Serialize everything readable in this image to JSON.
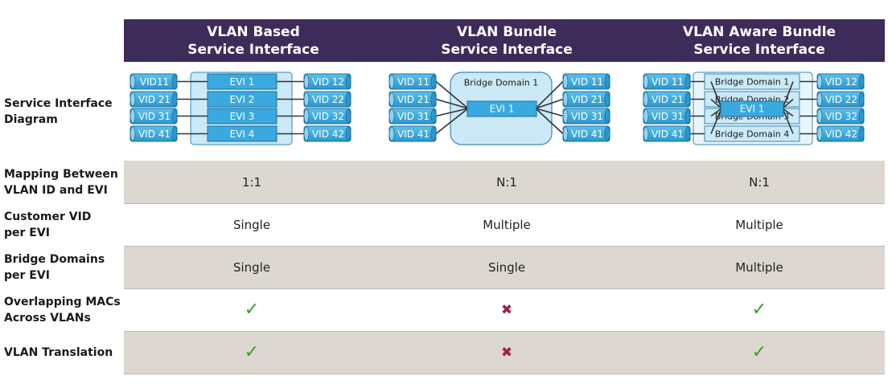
{
  "header": {
    "columns": [
      {
        "line1": "VLAN Based",
        "line2": "Service Interface"
      },
      {
        "line1": "VLAN Bundle",
        "line2": "Service Interface"
      },
      {
        "line1": "VLAN Aware Bundle",
        "line2": "Service Interface"
      }
    ]
  },
  "rows": [
    {
      "label1": "Service Interface",
      "label2": "Diagram"
    },
    {
      "label1": "Mapping Between",
      "label2": "VLAN ID and EVI",
      "values": [
        "1:1",
        "N:1",
        "N:1"
      ]
    },
    {
      "label1": "Customer VID",
      "label2": "per EVI",
      "values": [
        "Single",
        "Multiple",
        "Multiple"
      ]
    },
    {
      "label1": "Bridge Domains",
      "label2": "per EVI",
      "values": [
        "Single",
        "Single",
        "Multiple"
      ]
    },
    {
      "label1": "Overlapping MACs",
      "label2": "Across VLANs",
      "values": [
        "✓",
        "✖",
        "✓"
      ]
    },
    {
      "label1": "VLAN Translation",
      "label2": "",
      "values": [
        "✓",
        "✖",
        "✓"
      ]
    }
  ],
  "diagrams": {
    "based": {
      "left": [
        "VID11",
        "VID 21",
        "VID 31",
        "VID 41"
      ],
      "evis": [
        "EVI 1",
        "EVI 2",
        "EVI 3",
        "EVI 4"
      ],
      "right": [
        "VID 12",
        "VID 22",
        "VID 32",
        "VID 42"
      ]
    },
    "bundle": {
      "left": [
        "VID 11",
        "VID 21",
        "VID 31",
        "VID 41"
      ],
      "domain": "Bridge Domain 1",
      "evi": "EVI 1",
      "right": [
        "VID 11",
        "VID 21",
        "VID 31",
        "VID 41"
      ]
    },
    "aware": {
      "left": [
        "VID 11",
        "VID 21",
        "VID 31",
        "VID 41"
      ],
      "domains": [
        "Bridge Domain 1",
        "Bridge Domain 2",
        "Bridge Domain 3",
        "Bridge Domain 4"
      ],
      "evi": "EVI 1",
      "right": [
        "VID 12",
        "VID 22",
        "VID 32",
        "VID 42"
      ]
    }
  },
  "colors": {
    "header_bg": "#3d2b5a",
    "vid_fill": "#39a9df",
    "domain_fill": "#cbe9f7",
    "row_shade": "#ddd7d1",
    "check": "#3d9a2a",
    "cross": "#a61e43"
  }
}
